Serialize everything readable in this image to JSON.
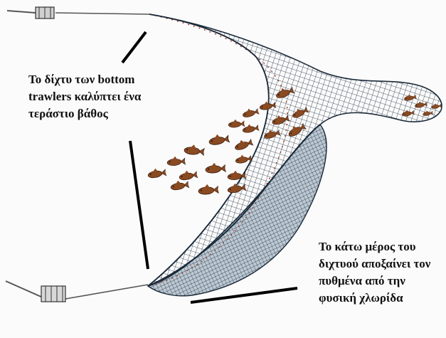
{
  "annotations": {
    "top": {
      "lines": [
        "Το δίχτυ των bottom",
        "trawlers καλύπτει ένα",
        "τεράστιο βάθος"
      ]
    },
    "bottom": {
      "lines": [
        "Το κάτω μέρος του",
        "διχτυού αποξαίνει τον",
        "πυθμένα από την",
        "φυσική χλωρίδα"
      ]
    }
  },
  "colors": {
    "net_mesh": "#1b2a3a",
    "net_lower_fill": "#8aa0b3",
    "fish": "#8a4a22",
    "rope": "#555555",
    "pointer": "#000000"
  },
  "icons": {
    "top_door": "trawl-door-icon",
    "bottom_door": "trawl-door-icon",
    "fish": "fish-icon"
  }
}
